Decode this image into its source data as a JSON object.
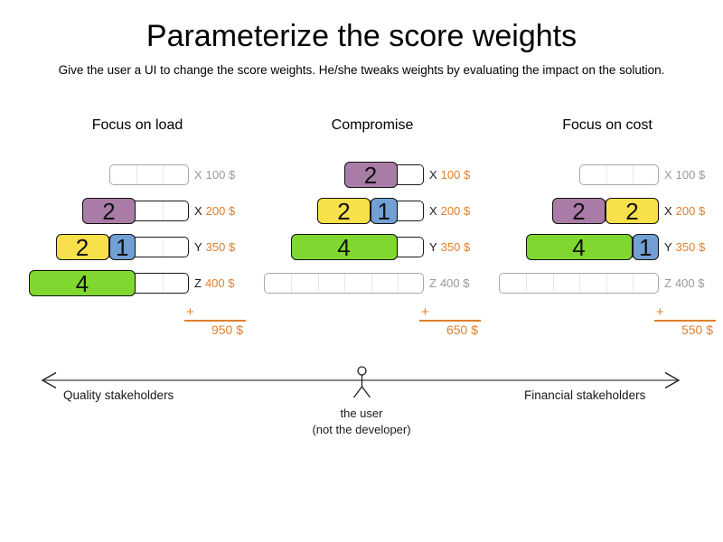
{
  "title": "Parameterize the score weights",
  "subtitle": "Give the user a UI to change the score weights. He/she tweaks weights by evaluating the impact on the solution.",
  "colors": {
    "purple": "#a87ca6",
    "yellow": "#f8e04b",
    "blue": "#72a0d4",
    "green": "#7fd72f",
    "accent": "#e07f2c",
    "inactive": "#999999",
    "active_text": "#1a1a1a"
  },
  "columns": [
    {
      "title": "Focus on load",
      "plus": "+",
      "total": "950 $",
      "rows": [
        {
          "key": "X",
          "price": "100 $",
          "units": 3,
          "active": false,
          "blocks": []
        },
        {
          "key": "X",
          "price": "200 $",
          "units": 4,
          "active": true,
          "blocks": [
            {
              "color": "purple",
              "weight": "2",
              "size": 2
            }
          ]
        },
        {
          "key": "Y",
          "price": "350 $",
          "units": 5,
          "active": true,
          "blocks": [
            {
              "color": "yellow",
              "weight": "2",
              "size": 2
            },
            {
              "color": "blue",
              "weight": "1",
              "size": 1
            }
          ]
        },
        {
          "key": "Z",
          "price": "400 $",
          "units": 6,
          "active": true,
          "blocks": [
            {
              "color": "green",
              "weight": "4",
              "size": 4
            }
          ]
        }
      ]
    },
    {
      "title": "Compromise",
      "plus": "+",
      "total": "650 $",
      "rows": [
        {
          "key": "X",
          "price": "100 $",
          "units": 3,
          "active": true,
          "blocks": [
            {
              "color": "purple",
              "weight": "2",
              "size": 2
            }
          ]
        },
        {
          "key": "X",
          "price": "200 $",
          "units": 4,
          "active": true,
          "blocks": [
            {
              "color": "yellow",
              "weight": "2",
              "size": 2
            },
            {
              "color": "blue",
              "weight": "1",
              "size": 1
            }
          ]
        },
        {
          "key": "Y",
          "price": "350 $",
          "units": 5,
          "active": true,
          "blocks": [
            {
              "color": "green",
              "weight": "4",
              "size": 4
            }
          ]
        },
        {
          "key": "Z",
          "price": "400 $",
          "units": 6,
          "active": false,
          "blocks": []
        }
      ]
    },
    {
      "title": "Focus on cost",
      "plus": "+",
      "total": "550 $",
      "rows": [
        {
          "key": "X",
          "price": "100 $",
          "units": 3,
          "active": false,
          "blocks": []
        },
        {
          "key": "X",
          "price": "200 $",
          "units": 4,
          "active": true,
          "blocks": [
            {
              "color": "purple",
              "weight": "2",
              "size": 2
            },
            {
              "color": "yellow",
              "weight": "2",
              "size": 2
            }
          ]
        },
        {
          "key": "Y",
          "price": "350 $",
          "units": 5,
          "active": true,
          "blocks": [
            {
              "color": "green",
              "weight": "4",
              "size": 4
            },
            {
              "color": "blue",
              "weight": "1",
              "size": 1
            }
          ]
        },
        {
          "key": "Z",
          "price": "400 $",
          "units": 6,
          "active": false,
          "blocks": []
        }
      ]
    }
  ],
  "axis": {
    "left_label": "Quality stakeholders",
    "right_label": "Financial stakeholders",
    "caption_line1": "the user",
    "caption_line2": "(not the developer)"
  }
}
